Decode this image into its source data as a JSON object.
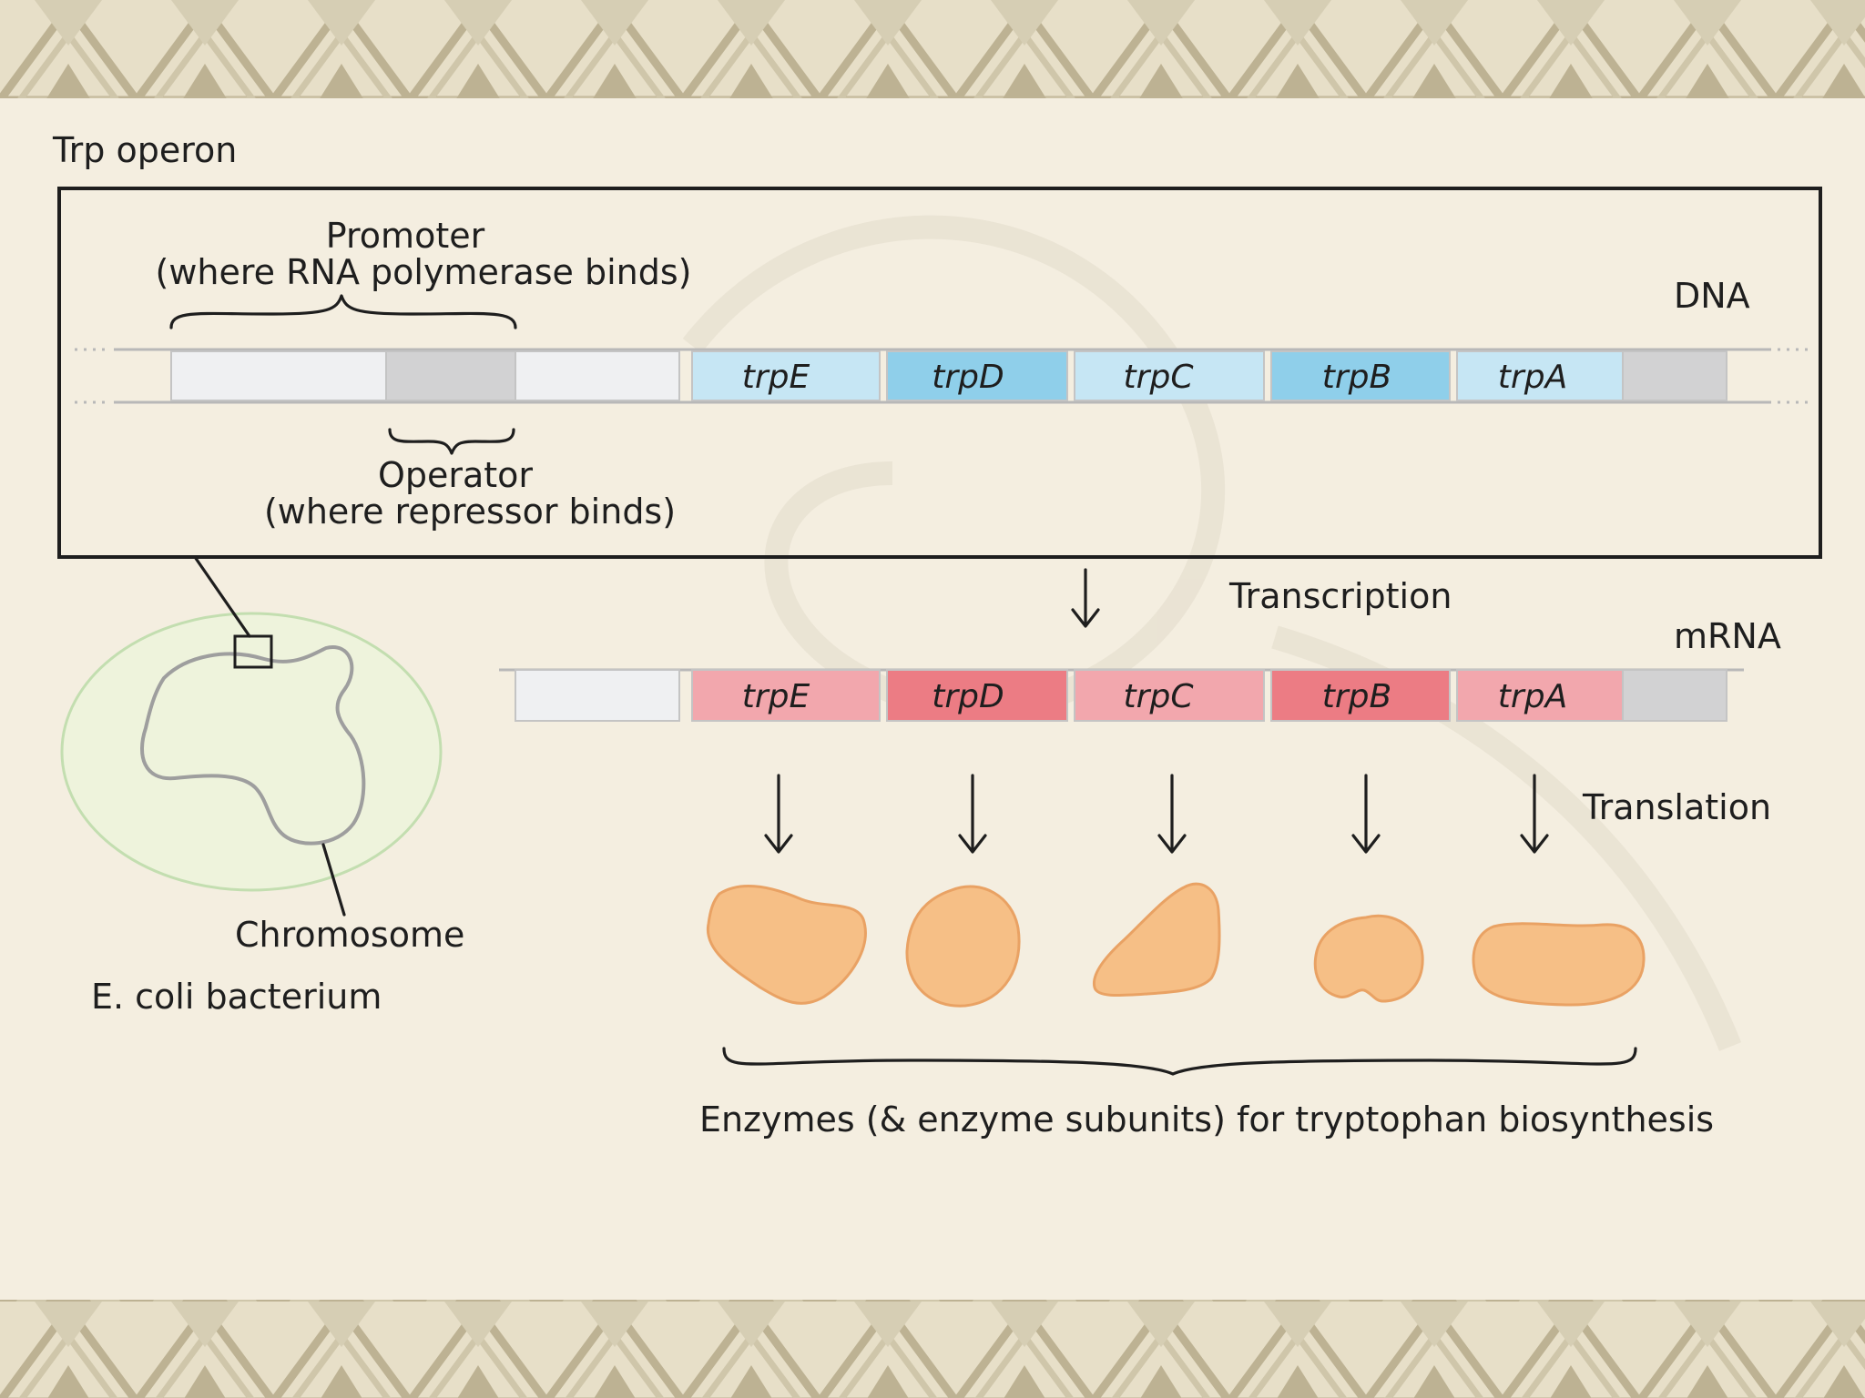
{
  "title": "Trp operon",
  "dna_label": "DNA",
  "mrna_label": "mRNA",
  "promoter": {
    "label": "Promoter",
    "note": "(where RNA polymerase binds)"
  },
  "operator": {
    "label": "Operator",
    "note": "(where repressor binds)"
  },
  "transcription_label": "Transcription",
  "translation_label": "Translation",
  "chromosome_label": "Chromosome",
  "bacterium_label": "E. coli bacterium",
  "enzymes_label": "Enzymes (& enzyme subunits) for tryptophan biosynthesis",
  "genes": [
    "trpE",
    "trpD",
    "trpC",
    "trpB",
    "trpA"
  ],
  "colors": {
    "background": "#f4eee0",
    "border_band": "#c9bfa0",
    "dna_gene_light": "#c6e6f4",
    "dna_gene_dark": "#8fcfea",
    "mrna_gene_light": "#f2a7ad",
    "mrna_gene_dark": "#ec7c84",
    "region_light": "#eff0f2",
    "region_gray": "#d2d2d3",
    "enzyme_fill": "#f6bf86",
    "enzyme_stroke": "#e9a264",
    "cell_fill": "#eef3dc",
    "cell_stroke": "#c3deb0"
  }
}
